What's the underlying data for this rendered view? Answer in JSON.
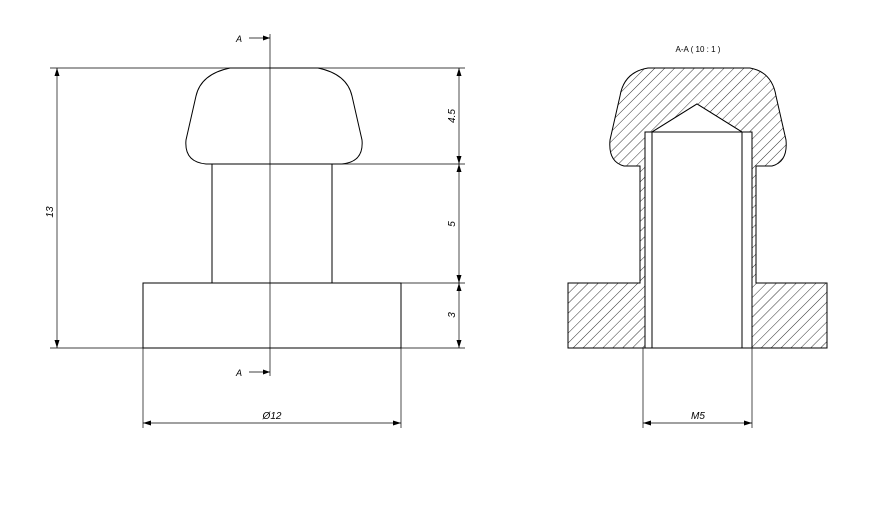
{
  "front_view": {
    "section_marker_top": "A",
    "section_marker_bottom": "A",
    "dim_total_height": "13",
    "dim_head_height": "4.5",
    "dim_neck_height": "5",
    "dim_base_height": "3",
    "dim_diameter": "Ø12"
  },
  "section_view": {
    "title": "A-A ( 10 : 1 )",
    "dim_thread": "M5"
  }
}
